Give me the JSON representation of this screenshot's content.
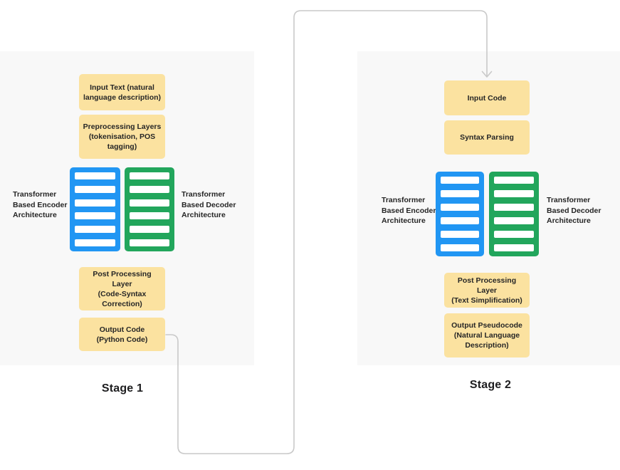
{
  "diagram": {
    "title": "Two-stage transformer encoder-decoder pipeline",
    "layer_rows": 6,
    "colors": {
      "box_fill": "#fbe2a0",
      "encoder_fill": "#2196f3",
      "decoder_fill": "#22a65c",
      "panel_bg": "#f8f8f8",
      "connector": "#c9c9c9",
      "text": "#262626"
    },
    "stage1": {
      "caption": "Stage 1",
      "input_box": "Input Text (natural\nlanguage description)",
      "preprocess_box": "Preprocessing Layers\n(tokenisation, POS\ntagging)",
      "encoder_label": "Transformer\nBased Encoder\nArchitecture",
      "decoder_label": "Transformer\nBased Decoder\nArchitecture",
      "postprocess_box": "Post Processing Layer\n(Code-Syntax\nCorrection)",
      "output_box": "Output Code\n(Python Code)"
    },
    "stage2": {
      "caption": "Stage 2",
      "input_box": "Input Code",
      "preprocess_box": "Syntax Parsing",
      "encoder_label": "Transformer\nBased Encoder\nArchitecture",
      "decoder_label": "Transformer\nBased Decoder\nArchitecture",
      "postprocess_box": "Post Processing Layer\n(Text Simplification)",
      "output_box": "Output Pseudocode\n(Natural Language\nDescription)"
    }
  }
}
